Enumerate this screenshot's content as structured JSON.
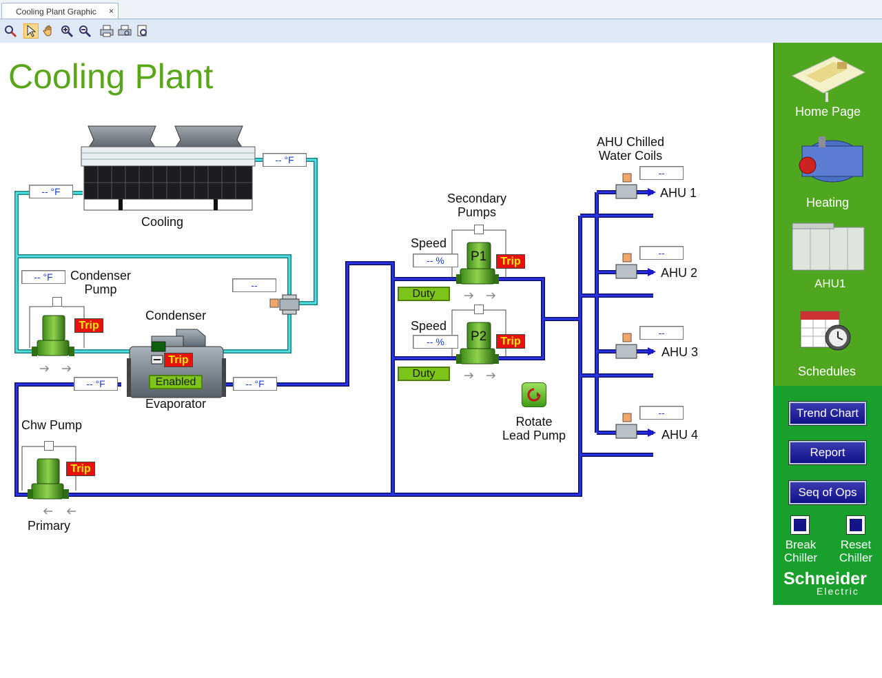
{
  "window": {
    "tab_title": "Cooling Plant Graphic",
    "tab_close": "×"
  },
  "toolbar": {
    "items": [
      "search-icon",
      "pointer-icon",
      "pan-hand-icon",
      "zoom-in-icon",
      "zoom-out-icon",
      "print-icon",
      "print-preview-icon",
      "page-setup-icon"
    ]
  },
  "page": {
    "title": "Cooling Plant"
  },
  "cooling_tower": {
    "label": "Cooling",
    "supply_temp": "-- °F",
    "return_temp": "-- °F"
  },
  "bypass_valve": {
    "value": "--"
  },
  "condenser_pump": {
    "label": "Condenser\nPump",
    "temp": "-- °F",
    "trip": "Trip"
  },
  "chiller": {
    "condenser_label": "Condenser",
    "evaporator_label": "Evaporator",
    "trip": "Trip",
    "status": "Enabled",
    "chw_return_temp": "-- °F",
    "chw_supply_temp": "-- °F"
  },
  "chw_pump": {
    "label": "Chw Pump",
    "sub_label": "Primary",
    "trip": "Trip"
  },
  "secondary_pumps": {
    "label": "Secondary\nPumps",
    "p1": {
      "name": "P1",
      "speed_label": "Speed",
      "speed": "-- %",
      "trip": "Trip",
      "duty": "Duty"
    },
    "p2": {
      "name": "P2",
      "speed_label": "Speed",
      "speed": "-- %",
      "trip": "Trip",
      "duty": "Duty"
    }
  },
  "rotate_lead_pump": {
    "label": "Rotate\nLead Pump"
  },
  "ahu_coils": {
    "label": "AHU Chilled\nWater Coils",
    "items": [
      {
        "name": "AHU 1",
        "value": "--"
      },
      {
        "name": "AHU 2",
        "value": "--"
      },
      {
        "name": "AHU 3",
        "value": "--"
      },
      {
        "name": "AHU 4",
        "value": "--"
      }
    ]
  },
  "sidebar": {
    "nav": [
      {
        "label": "Home Page"
      },
      {
        "label": "Heating"
      },
      {
        "label": "AHU1"
      },
      {
        "label": "Schedules"
      }
    ],
    "buttons": {
      "trend_chart": "Trend Chart",
      "report": "Report",
      "seq_of_ops": "Seq of Ops"
    },
    "toggles": {
      "break_chiller": "Break\nChiller",
      "reset_chiller": "Reset\nChiller"
    },
    "brand": {
      "name": "Schneider",
      "sub": "Electric"
    }
  },
  "colors": {
    "title_green": "#59a61a",
    "condenser_water": "#3ec9c9",
    "chilled_water": "#1a1acc",
    "sidebar_green": "#4fa71f",
    "trip_red": "#e8120c",
    "duty_green": "#7cc417"
  }
}
